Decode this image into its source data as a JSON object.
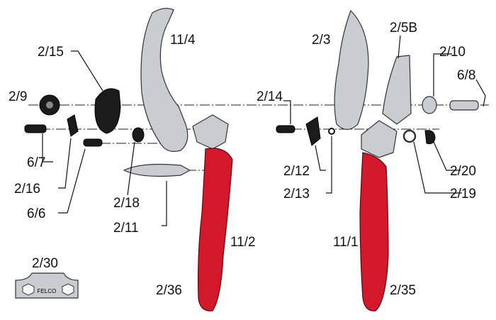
{
  "labels": {
    "p2_15": "2/15",
    "p11_4": "11/4",
    "p2_9": "2/9",
    "p6_7": "6/7",
    "p2_16": "2/16",
    "p6_6": "6/6",
    "p2_18": "2/18",
    "p2_11": "2/11",
    "p11_2": "11/2",
    "p2_36": "2/36",
    "p2_30": "2/30",
    "p2_3": "2/3",
    "p2_5B": "2/5B",
    "p2_10": "2/10",
    "p6_8": "6/8",
    "p2_14": "2/14",
    "p2_12": "2/12",
    "p2_13": "2/13",
    "p2_20": "2/20",
    "p2_19": "2/19",
    "p11_1": "11/1",
    "p2_35": "2/35"
  },
  "logo": "FELCO",
  "colors": {
    "handle": "#d4182b",
    "metal": "#c9ccd0",
    "dark": "#1b1b1b"
  }
}
